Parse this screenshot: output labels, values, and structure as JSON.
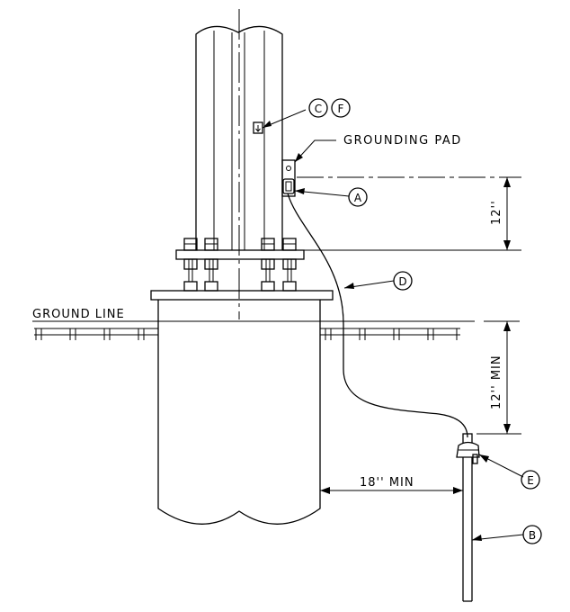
{
  "labels": {
    "grounding_pad": "GROUNDING PAD",
    "ground_line": "GROUND LINE",
    "dim_12": "12''",
    "dim_12_min": "12'' MIN",
    "dim_18_min": "18'' MIN"
  },
  "callouts": {
    "a": "A",
    "b": "B",
    "c": "C",
    "d": "D",
    "e": "E",
    "f": "F"
  }
}
